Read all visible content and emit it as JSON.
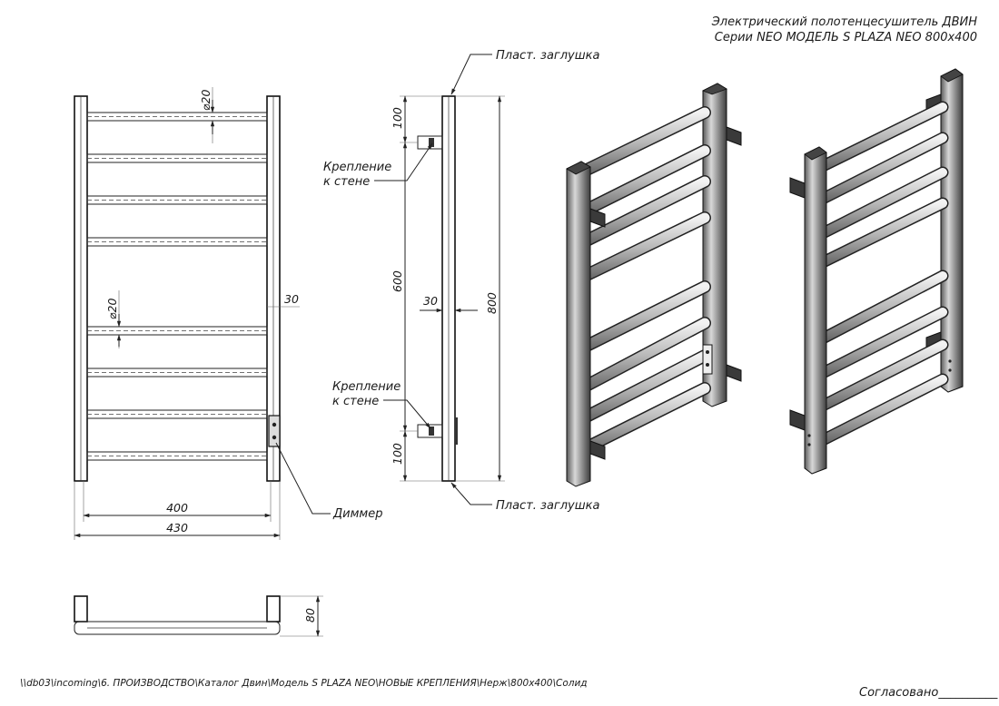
{
  "title": {
    "line1": "Электрический полотенцесушитель ДВИН",
    "line2": "Серии NEO МОДЕЛЬ S PLAZA NEO 800х400"
  },
  "front_view": {
    "diameter_top": "⌀20",
    "diameter_mid": "⌀20",
    "dim_30": "30",
    "width_400": "400",
    "width_430": "430",
    "dimmer_label": "Диммер"
  },
  "side_view": {
    "cap_top": "Пласт. заглушка",
    "cap_bottom": "Пласт. заглушка",
    "mount_top_line1": "Крепление",
    "mount_top_line2": "к стене",
    "mount_bottom_line1": "Крепление",
    "mount_bottom_line2": "к стене",
    "dim_100_top": "100",
    "dim_600": "600",
    "dim_800": "800",
    "dim_30": "30",
    "dim_100_bottom": "100"
  },
  "top_view": {
    "dim_80": "80"
  },
  "footer": {
    "file_path": "\\\\db03\\incoming\\6. ПРОИЗВОДСТВО\\Каталог Двин\\Модель S PLAZA NEO\\НОВЫЕ КРЕПЛЕНИЯ\\Нерж\\800х400\\Солид",
    "approved": "Согласовано__________"
  }
}
